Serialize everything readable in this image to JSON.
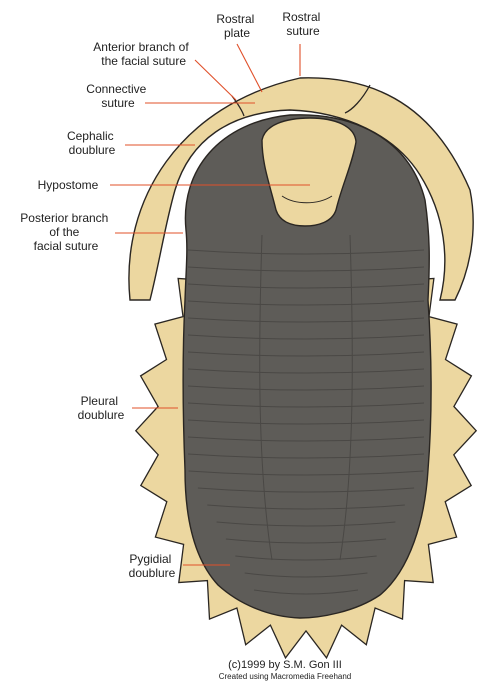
{
  "colors": {
    "doublure": "#ecd7a0",
    "doublure_shade": "#d9bf80",
    "body": "#5e5c58",
    "body_dark": "#4a4845",
    "outline": "#2a2622",
    "leader": "#e0502a",
    "hypostome": "#ecd7a0"
  },
  "labels": {
    "rostral_plate": [
      "Rostral",
      "plate"
    ],
    "rostral_suture": [
      "Rostral",
      "suture"
    ],
    "anterior_branch": [
      "Anterior branch of",
      "the facial suture"
    ],
    "connective_suture": [
      "Connective",
      "suture"
    ],
    "cephalic_doublure": [
      "Cephalic",
      "doublure"
    ],
    "hypostome": [
      "Hypostome"
    ],
    "posterior_branch": [
      "Posterior branch",
      "of the",
      "facial suture"
    ],
    "pleural_doublure": [
      "Pleural",
      "doublure"
    ],
    "pygidial_doublure": [
      "Pygidial",
      "doublure"
    ]
  },
  "credit": {
    "line1": "(c)1999 by S.M. Gon III",
    "line2": "Created using Macromedia Freehand"
  }
}
